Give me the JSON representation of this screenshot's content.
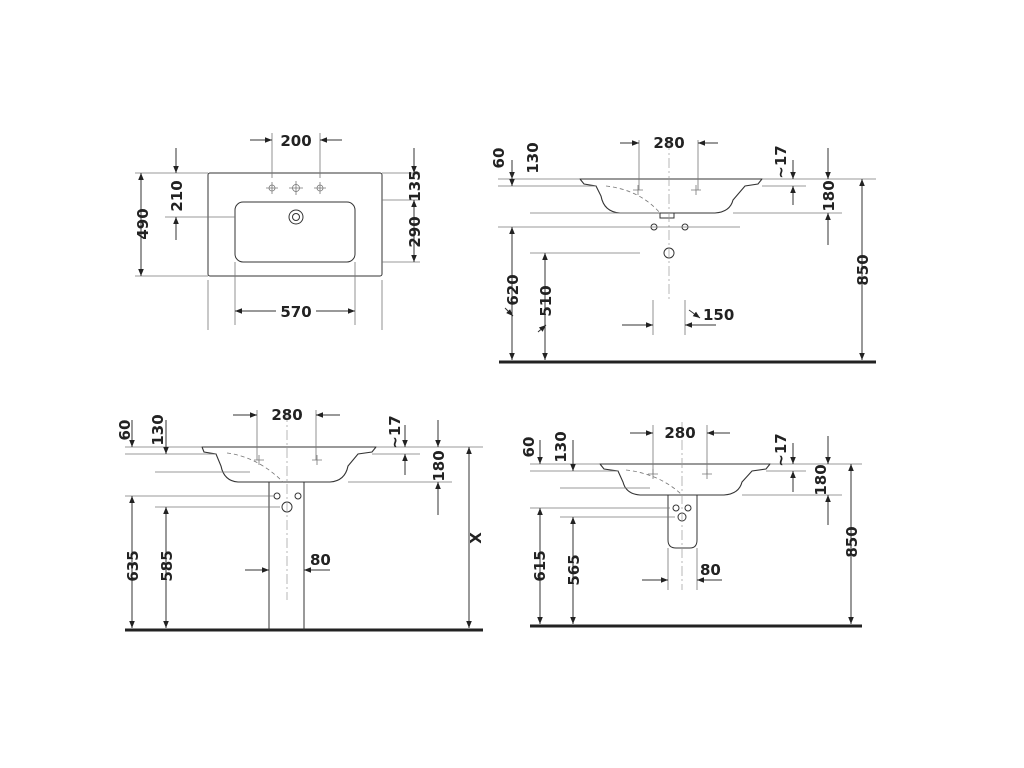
{
  "top_view": {
    "d200": "200",
    "d210": "210",
    "d490": "490",
    "d135": "135",
    "d290": "290",
    "d570": "570"
  },
  "side_view_top_right": {
    "d60": "60",
    "d130": "130",
    "d280": "280",
    "d17": "~17",
    "d180": "180",
    "d850": "850",
    "d620": "620",
    "d510": "510",
    "d150": "150"
  },
  "side_view_bottom_left": {
    "d60": "60",
    "d130": "130",
    "d280": "280",
    "d17": "~17",
    "d180": "180",
    "dX": "X",
    "d635": "635",
    "d585": "585",
    "d80": "80"
  },
  "side_view_bottom_right": {
    "d60": "60",
    "d130": "130",
    "d280": "280",
    "d17": "~17",
    "d180": "180",
    "d850": "850",
    "d615": "615",
    "d565": "565",
    "d80": "80"
  }
}
